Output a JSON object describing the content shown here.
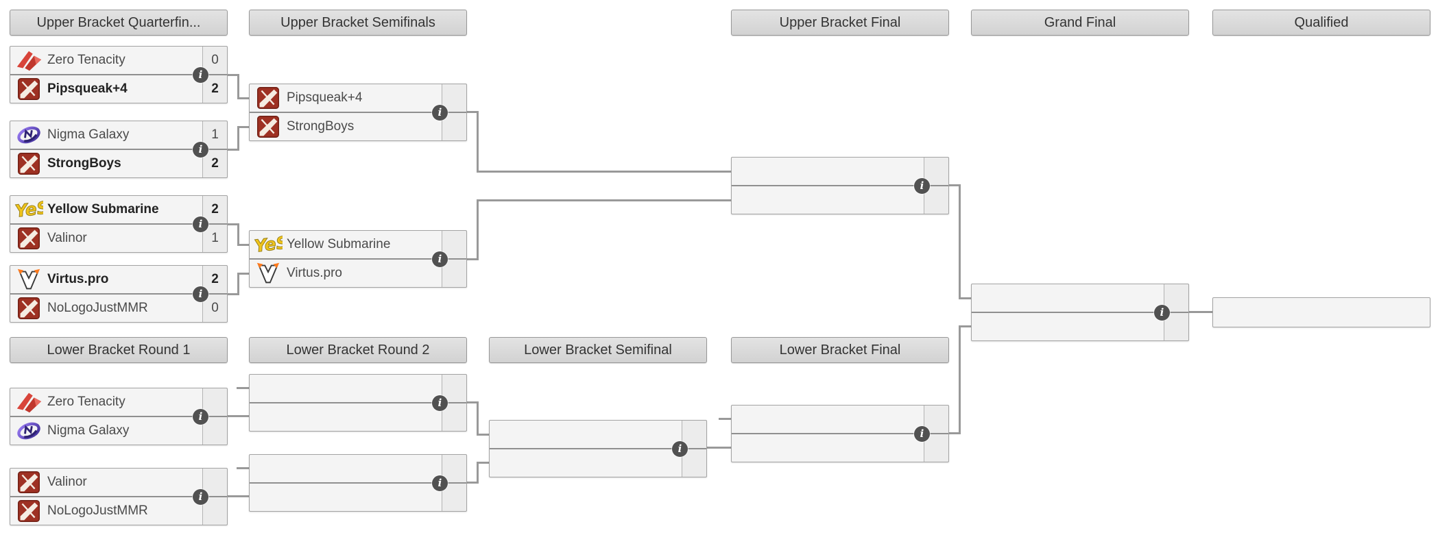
{
  "page": {
    "background": "#ffffff"
  },
  "colors": {
    "header_bg": "#d9d9d9",
    "header_border": "#979797",
    "box_bg": "#f4f4f4",
    "box_border": "#a3a3a3",
    "row_divider": "#8f8f8f",
    "connector": "#999999",
    "winner_text": "#222222",
    "team_text": "#4a4a4a",
    "info_bg": "#515151",
    "info_fg": "#ffffff"
  },
  "headers": {
    "ub_quarterfinals": "Upper Bracket Quarterfin...",
    "ub_semifinals": "Upper Bracket Semifinals",
    "ub_final": "Upper Bracket Final",
    "grand_final": "Grand Final",
    "qualified": "Qualified",
    "lb_round1": "Lower Bracket Round 1",
    "lb_round2": "Lower Bracket Round 2",
    "lb_semifinal": "Lower Bracket Semifinal",
    "lb_final": "Lower Bracket Final"
  },
  "info_icon_glyph": "i",
  "matches": {
    "ubqf1": {
      "slots": [
        {
          "name": "Zero Tenacity",
          "score": "0",
          "logo": "zero-tenacity-logo",
          "winner": false
        },
        {
          "name": "Pipsqueak+4",
          "score": "2",
          "logo": "dota2-default-logo",
          "winner": true
        }
      ]
    },
    "ubqf2": {
      "slots": [
        {
          "name": "Nigma Galaxy",
          "score": "1",
          "logo": "nigma-galaxy-logo",
          "winner": false
        },
        {
          "name": "StrongBoys",
          "score": "2",
          "logo": "dota2-default-logo",
          "winner": true
        }
      ]
    },
    "ubqf3": {
      "slots": [
        {
          "name": "Yellow Submarine",
          "score": "2",
          "logo": "yellow-submarine-logo",
          "winner": true
        },
        {
          "name": "Valinor",
          "score": "1",
          "logo": "dota2-default-logo",
          "winner": false
        }
      ]
    },
    "ubqf4": {
      "slots": [
        {
          "name": "Virtus.pro",
          "score": "2",
          "logo": "virtus-pro-logo",
          "winner": true
        },
        {
          "name": "NoLogoJustMMR",
          "score": "0",
          "logo": "dota2-default-logo",
          "winner": false
        }
      ]
    },
    "ubsf1": {
      "slots": [
        {
          "name": "Pipsqueak+4",
          "score": "",
          "logo": "dota2-default-logo",
          "winner": false
        },
        {
          "name": "StrongBoys",
          "score": "",
          "logo": "dota2-default-logo",
          "winner": false
        }
      ]
    },
    "ubsf2": {
      "slots": [
        {
          "name": "Yellow Submarine",
          "score": "",
          "logo": "yellow-submarine-logo",
          "winner": false
        },
        {
          "name": "Virtus.pro",
          "score": "",
          "logo": "virtus-pro-logo",
          "winner": false
        }
      ]
    },
    "ubfinal": {
      "slots": [
        {
          "name": "",
          "score": ""
        },
        {
          "name": "",
          "score": ""
        }
      ]
    },
    "grandfinal": {
      "slots": [
        {
          "name": "",
          "score": ""
        },
        {
          "name": "",
          "score": ""
        }
      ]
    },
    "qualified_slot": {
      "name": ""
    },
    "lbr1m1": {
      "slots": [
        {
          "name": "Zero Tenacity",
          "score": "",
          "logo": "zero-tenacity-logo",
          "winner": false
        },
        {
          "name": "Nigma Galaxy",
          "score": "",
          "logo": "nigma-galaxy-logo",
          "winner": false
        }
      ]
    },
    "lbr1m2": {
      "slots": [
        {
          "name": "Valinor",
          "score": "",
          "logo": "dota2-default-logo",
          "winner": false
        },
        {
          "name": "NoLogoJustMMR",
          "score": "",
          "logo": "dota2-default-logo",
          "winner": false
        }
      ]
    },
    "lbr2m1": {
      "slots": [
        {
          "name": "",
          "score": ""
        },
        {
          "name": "",
          "score": ""
        }
      ]
    },
    "lbr2m2": {
      "slots": [
        {
          "name": "",
          "score": ""
        },
        {
          "name": "",
          "score": ""
        }
      ]
    },
    "lbsf": {
      "slots": [
        {
          "name": "",
          "score": ""
        },
        {
          "name": "",
          "score": ""
        }
      ]
    },
    "lbfinal": {
      "slots": [
        {
          "name": "",
          "score": ""
        },
        {
          "name": "",
          "score": ""
        }
      ]
    }
  }
}
